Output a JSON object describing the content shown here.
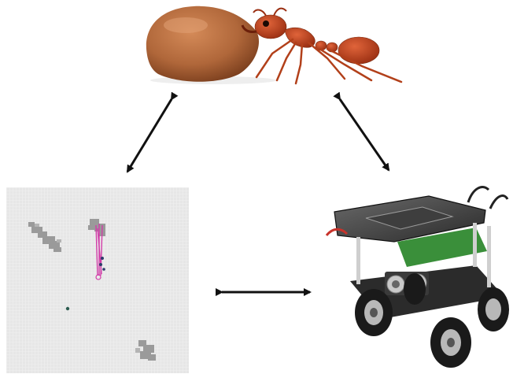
{
  "diagram": {
    "nodes": [
      {
        "id": "ant",
        "icon": "ant-carrying-seed-photo"
      },
      {
        "id": "simulation",
        "icon": "grid-simulation-screenshot"
      },
      {
        "id": "robot",
        "icon": "wheeled-robot-photo"
      }
    ],
    "edges": [
      {
        "from": "ant",
        "to": "simulation",
        "type": "bidirectional"
      },
      {
        "from": "ant",
        "to": "robot",
        "type": "bidirectional"
      },
      {
        "from": "simulation",
        "to": "robot",
        "type": "bidirectional"
      }
    ],
    "colors": {
      "ant_body": "#c2451f",
      "seed": "#b0673a",
      "grid_background": "#e6e6e6",
      "grid_lines": "#f4f4f4",
      "pheromone_clusters": "#9a9a9a",
      "trail": "#d23ca8",
      "robot_wheels": "#1a1a1a",
      "robot_chassis": "#2b2b2b",
      "arrow": "#111111"
    }
  }
}
